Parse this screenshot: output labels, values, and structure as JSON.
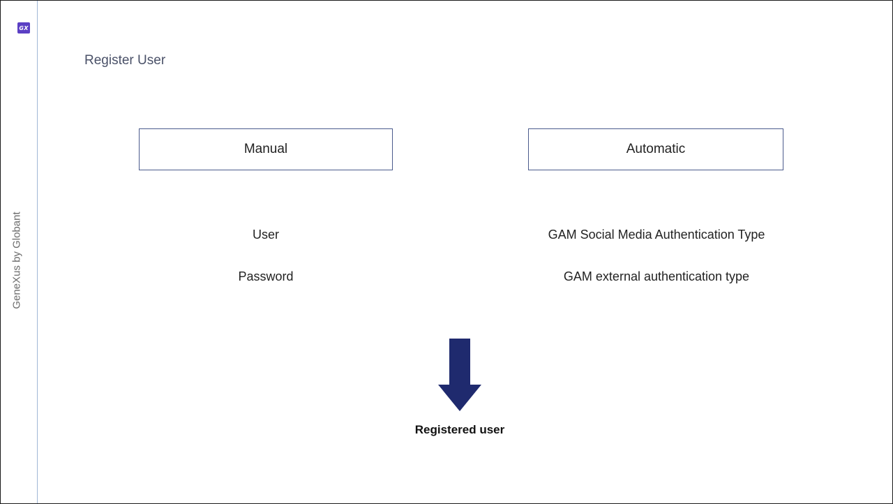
{
  "brand": {
    "logo_text": "GX",
    "vertical_label": "GeneXus by Globant",
    "logo_color": "#5b3fc4"
  },
  "page": {
    "title": "Register User"
  },
  "options": {
    "manual": {
      "label": "Manual",
      "items": [
        "User",
        "Password"
      ]
    },
    "automatic": {
      "label": "Automatic",
      "items": [
        "GAM Social Media Authentication Type",
        "GAM external authentication type"
      ]
    }
  },
  "result": {
    "label": "Registered user",
    "arrow_icon": "arrow-down-icon",
    "arrow_color": "#1f2a6e"
  }
}
